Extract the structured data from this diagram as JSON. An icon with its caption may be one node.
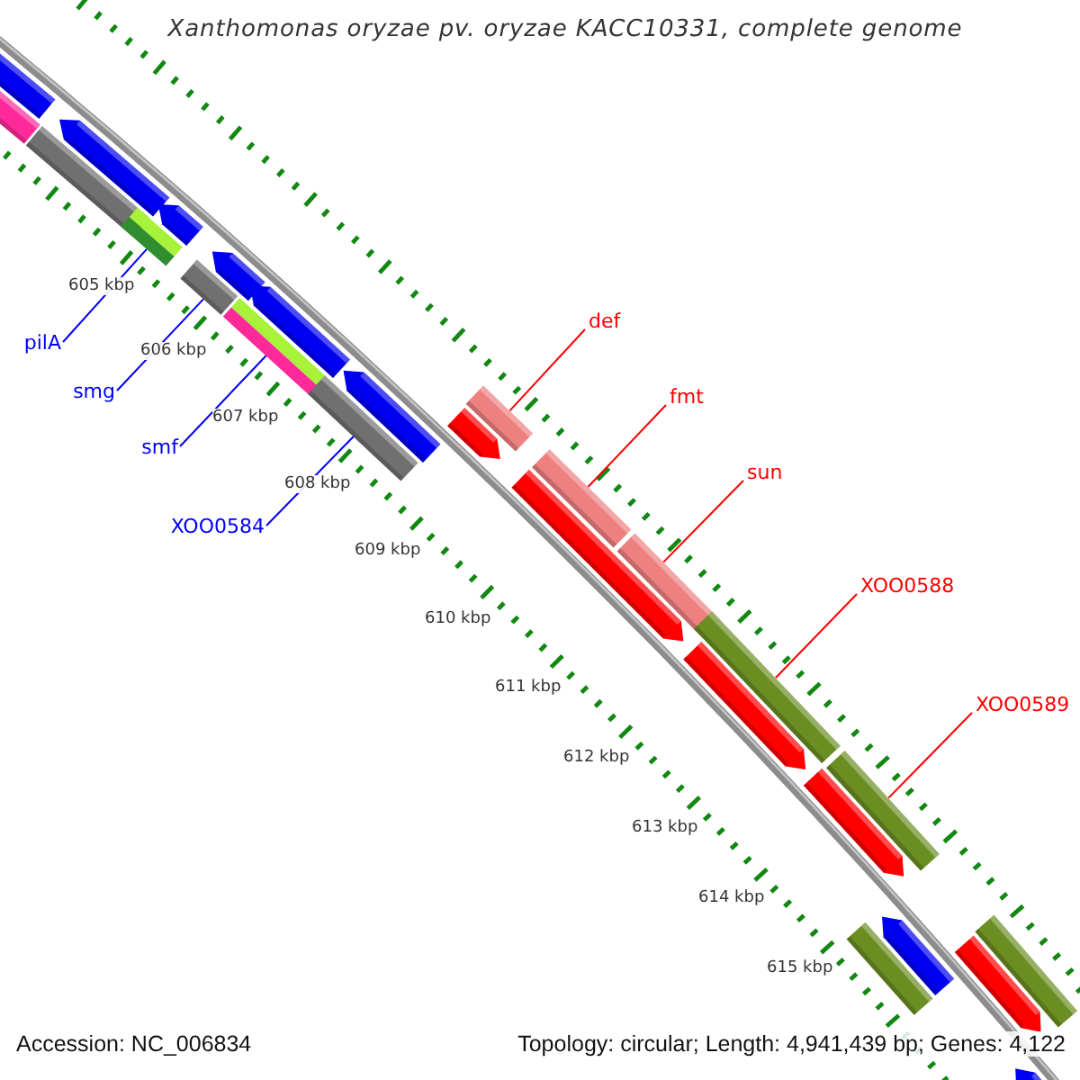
{
  "diagram": {
    "title": "Xanthomonas oryzae pv. oryzae KACC10331, complete genome",
    "nodes": [
      {
        "text": [
          "def"
        ]
      },
      {
        "text": [
          "pilA"
        ]
      },
      {
        "text": [
          "smg"
        ]
      },
      {
        "text": [
          "fmt"
        ]
      },
      {
        "text": [
          "smf"
        ]
      },
      {
        "text": [
          "sun"
        ]
      },
      {
        "text": [
          "XOO0584"
        ]
      },
      {
        "text": [
          "XOO0588"
        ]
      },
      {
        "text": [
          "XOO0589"
        ]
      },
      {
        "text": [],
        "shape": "arrow"
      },
      {
        "text": [],
        "shape": "bar"
      },
      {
        "text": [],
        "shape": "bar"
      },
      {
        "text": [],
        "shape": "arrow"
      },
      {
        "text": [],
        "shape": "arrow"
      },
      {
        "text": [],
        "shape": "bar"
      },
      {
        "text": [],
        "shape": "bar"
      },
      {
        "text": [],
        "shape": "arrow"
      },
      {
        "text": [],
        "shape": "bar"
      },
      {
        "text": [],
        "shape": "arrow"
      },
      {
        "text": [],
        "shape": "bar"
      },
      {
        "text": [],
        "shape": "arrow"
      },
      {
        "text": [],
        "shape": "arrow"
      },
      {
        "text": [],
        "shape": "bar"
      },
      {
        "text": [],
        "shape": "arrow"
      },
      {
        "text": [],
        "shape": "bar"
      },
      {
        "text": [],
        "shape": "bar"
      },
      {
        "text": [],
        "shape": "arrow"
      },
      {
        "text": [],
        "shape": "bar"
      },
      {
        "text": [],
        "shape": "arrow"
      },
      {
        "text": [],
        "shape": "bar"
      },
      {
        "text": [],
        "shape": "bar"
      },
      {
        "text": [],
        "shape": "arrow"
      },
      {
        "text": [],
        "shape": "arrow"
      },
      {
        "text": [],
        "shape": "bar"
      },
      {
        "text": [],
        "shape": "arrow"
      }
    ],
    "edges": [
      {
        "from": 0,
        "to": 22,
        "arrow": "none"
      },
      {
        "from": 1,
        "to": 14,
        "arrow": "none",
        "color": "#0000ff"
      },
      {
        "from": 2,
        "to": 15,
        "arrow": "none",
        "color": "#0000ff"
      },
      {
        "from": 3,
        "to": 24,
        "arrow": "none"
      },
      {
        "from": 4,
        "to": 17,
        "arrow": "none",
        "color": "#0000ff"
      },
      {
        "from": 5,
        "to": 25,
        "arrow": "none"
      },
      {
        "from": 6,
        "to": 19,
        "arrow": "none",
        "color": "#0000ff"
      },
      {
        "from": 7,
        "to": 27,
        "arrow": "none"
      },
      {
        "from": 8,
        "to": 29,
        "arrow": "none"
      }
    ],
    "labels": [
      "605 kbp",
      "606 kbp",
      "607 kbp",
      "608 kbp",
      "609 kbp",
      "610 kbp",
      "611 kbp",
      "612 kbp",
      "613 kbp",
      "614 kbp",
      "615 kbp",
      "Accession: NC_006834",
      "Topology: circular; Length: 4,941,439 bp; Genes: 4,122"
    ]
  }
}
